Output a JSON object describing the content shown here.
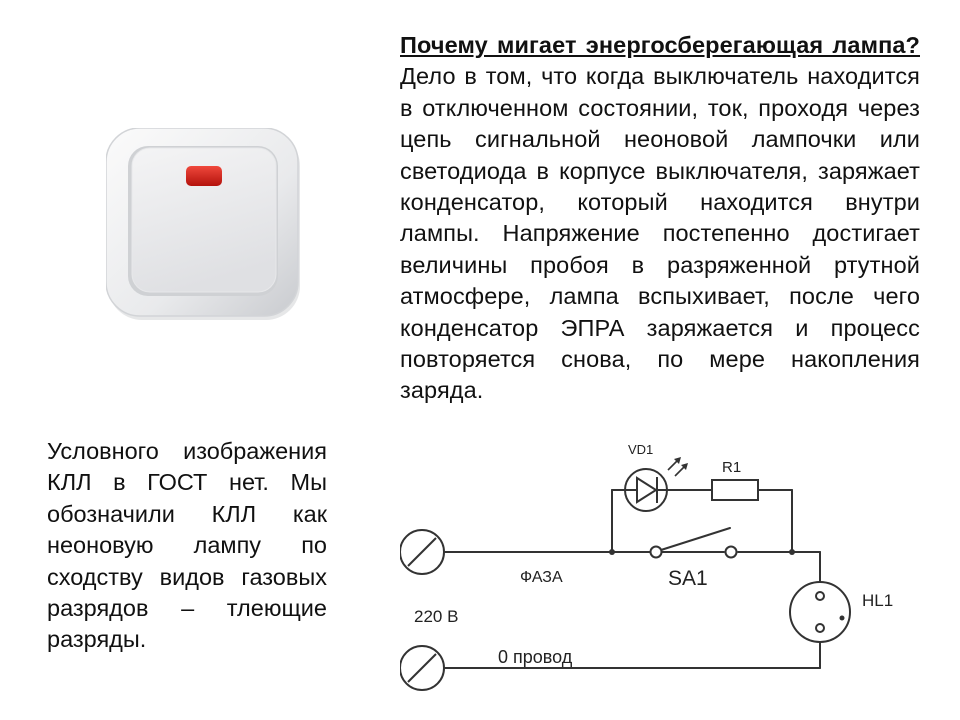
{
  "main_text": {
    "question": "Почему мигает энергосберегающая лампа? ",
    "body": "Дело в том, что когда выключатель находится в отключенном состоянии, ток, проходя через цепь сигнальной неоновой лампочки или светодиода в корпусе выключателя, заряжает конденсатор, который находится внутри лампы. Напряжение постепенно достигает величины пробоя в разряженной ртутной атмосфере, лампа вспыхивает, после чего конденсатор ЭПРА заряжается и процесс повторяется снова, по мере накопления заряда."
  },
  "note_text": "Условного изображения КЛЛ в ГОСТ нет. Мы обозначили КЛЛ как неоновую лампу по сходству видов газовых разрядов – тлеющие разряды.",
  "circuit": {
    "vd1_label": "VD1",
    "r1_label": "R1",
    "phase_label": "ФАЗА",
    "sa1_label": "SA1",
    "hl1_label": "HL1",
    "voltage_label": "220 В",
    "neutral_label": "0 провод"
  },
  "colors": {
    "switch_led": "#d41a14",
    "text": "#111111",
    "wire": "#333333"
  }
}
